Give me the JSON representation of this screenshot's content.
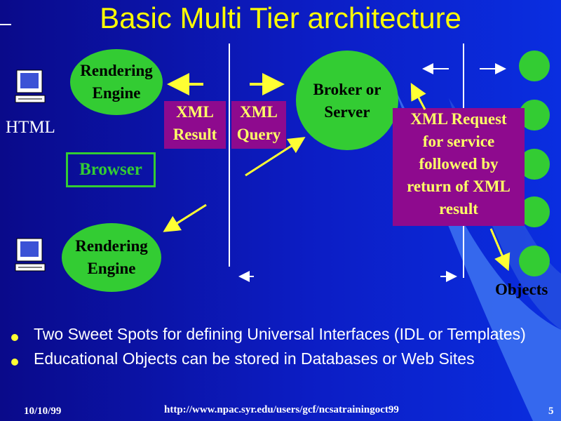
{
  "title": "Basic Multi Tier architecture",
  "left": {
    "top_engine": "Rendering\nEngine",
    "html_label": "HTML",
    "browser_label": "Browser",
    "bottom_engine": "Rendering\nEngine"
  },
  "middle": {
    "xml_result": "XML\nResult",
    "xml_query": "XML\nQuery",
    "broker": "Broker or\nServer"
  },
  "right": {
    "request_box": "XML Request\nfor service\nfollowed by\nreturn of XML\nresult",
    "objects_label": "Objects"
  },
  "bullets": [
    "Two Sweet Spots for defining Universal Interfaces (IDL or Templates)",
    "Educational Objects can be stored in Databases or Web Sites"
  ],
  "footer": {
    "date": "10/10/99",
    "url": "http://www.npac.syr.edu/users/gcf/ncsatrainingoct99",
    "page": "5"
  },
  "colors": {
    "background": "#0c1dc4",
    "title": "#ffff00",
    "ellipse": "#33cc33",
    "purple_box": "#8e0a8e",
    "arrows": "#ffff33",
    "swoosh": "#3a6ff0"
  }
}
